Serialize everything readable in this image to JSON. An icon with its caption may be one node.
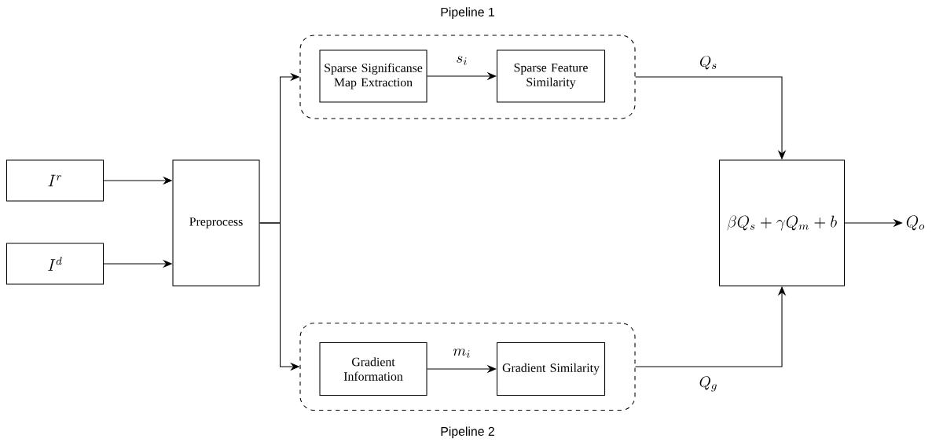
{
  "diagram": {
    "nodes": [
      {
        "text": [
          "I^{r}"
        ]
      },
      {
        "text": [
          "I^{d}"
        ]
      },
      {
        "text": [
          "Preprocess"
        ]
      },
      {
        "text": [
          "Pipeline 1"
        ]
      },
      {
        "text": [
          "Sparse Significanse Map Extraction"
        ],
        "in": 3
      },
      {
        "text": [
          "Sparse Feature Similarity"
        ],
        "in": 3
      },
      {
        "text": [
          "Pipeline 2"
        ]
      },
      {
        "text": [
          "Gradient Information"
        ],
        "in": 6
      },
      {
        "text": [
          "Gradient Similarity"
        ],
        "in": 6
      },
      {
        "text": [
          "\\beta Q_s + \\gamma Q_m + b"
        ]
      },
      {
        "text": [
          "Q_o"
        ]
      }
    ],
    "edges": [
      {
        "from": 0,
        "to": 2,
        "arrow": "to"
      },
      {
        "from": 1,
        "to": 2,
        "arrow": "to"
      },
      {
        "from": 2,
        "to": 3,
        "arrow": "to"
      },
      {
        "from": 2,
        "to": 6,
        "arrow": "to"
      },
      {
        "from": 4,
        "to": 5,
        "arrow": "to",
        "label": "s_i"
      },
      {
        "from": 7,
        "to": 8,
        "arrow": "to",
        "label": "m_i"
      },
      {
        "from": 3,
        "to": 9,
        "arrow": "to",
        "label": "Q_s"
      },
      {
        "from": 6,
        "to": 9,
        "arrow": "to",
        "label": "Q_g"
      },
      {
        "from": 9,
        "to": 10,
        "arrow": "to"
      }
    ]
  }
}
